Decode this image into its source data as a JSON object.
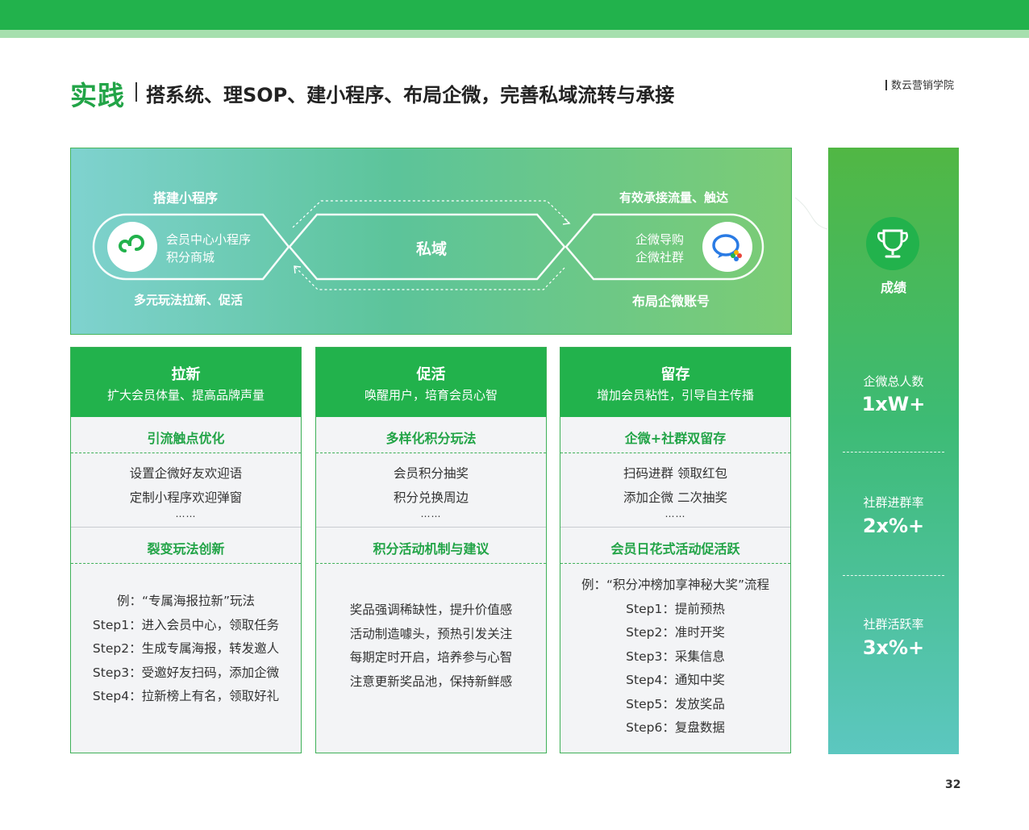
{
  "header": {
    "title_accent": "实践",
    "title_main": "搭系统、理SOP、建小程序、布局企微，完善私域流转与承接",
    "brand": "数云营销学院"
  },
  "page_number": "32",
  "flow": {
    "top_left": "搭建小程序",
    "bottom_left": "多元玩法拉新、促活",
    "top_right": "有效承接流量、触达",
    "bottom_right": "布局企微账号",
    "center": "私域",
    "left_pill": [
      "会员中心小程序",
      "积分商城"
    ],
    "right_pill": [
      "企微导购",
      "企微社群"
    ],
    "left_icon": "mini-program-icon",
    "right_icon": "wecom-icon"
  },
  "columns": [
    {
      "title": "拉新",
      "subtitle": "扩大会员体量、提高品牌声量",
      "section1_title": "引流触点优化",
      "section1_lines": [
        "设置企微好友欢迎语",
        "定制小程序欢迎弹窗"
      ],
      "section1_ellipsis": "……",
      "section2_title": "裂变玩法创新",
      "section2_lines": [
        "例：“专属海报拉新”玩法",
        "Step1：进入会员中心，领取任务",
        "Step2：生成专属海报，转发邀人",
        "Step3：受邀好友扫码，添加企微",
        "Step4：拉新榜上有名，领取好礼"
      ]
    },
    {
      "title": "促活",
      "subtitle": "唤醒用户，培育会员心智",
      "section1_title": "多样化积分玩法",
      "section1_lines": [
        "会员积分抽奖",
        "积分兑换周边"
      ],
      "section1_ellipsis": "……",
      "section2_title": "积分活动机制与建议",
      "section2_lines": [
        "奖品强调稀缺性，提升价值感",
        "活动制造噱头，预热引发关注",
        "每期定时开启，培养参与心智",
        "注意更新奖品池，保持新鲜感"
      ]
    },
    {
      "title": "留存",
      "subtitle": "增加会员粘性，引导自主传播",
      "section1_title": "企微+社群双留存",
      "section1_lines": [
        "扫码进群 领取红包",
        "添加企微 二次抽奖"
      ],
      "section1_ellipsis": "……",
      "section2_title": "会员日花式活动促活跃",
      "section2_lines": [
        "例：“积分冲榜加享神秘大奖”流程",
        "Step1：提前预热",
        "Step2：准时开奖",
        "Step3：采集信息",
        "Step4：通知中奖",
        "Step5：发放奖品",
        "Step6：复盘数据"
      ]
    }
  ],
  "results": {
    "title": "成绩",
    "icon": "trophy-icon",
    "metrics": [
      {
        "label": "企微总人数",
        "value": "1xW+"
      },
      {
        "label": "社群进群率",
        "value": "2x%+"
      },
      {
        "label": "社群活跃率",
        "value": "3x%+"
      }
    ]
  },
  "colors": {
    "primary_green": "#22b24c",
    "light_green": "#a6dfae",
    "accent_text_green": "#22a447",
    "teal": "#5cc7c0"
  }
}
